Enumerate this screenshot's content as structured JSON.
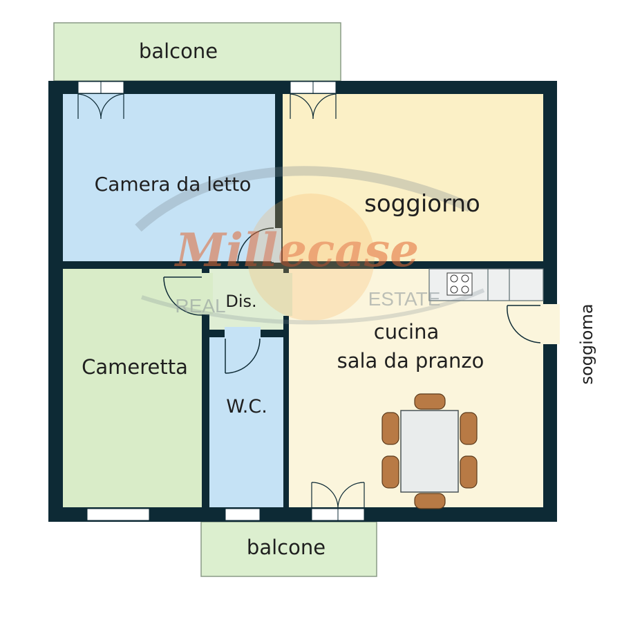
{
  "rooms": {
    "balcony_top": "balcone",
    "bedroom": "Camera da letto",
    "living": "soggiorno",
    "small_bedroom": "Cameretta",
    "hallway": "Dis.",
    "bathroom": "W.C.",
    "kitchen_line1": "cucina",
    "kitchen_line2": "sala da pranzo",
    "balcony_bottom": "balcone",
    "side_label": "soggioma"
  },
  "watermark": {
    "brand": "Millecase",
    "word_left": "REAL",
    "word_right": "ESTATE"
  },
  "colors": {
    "wall": "#0d2a35",
    "bedroom": "#c5e2f5",
    "living": "#fbf0c6",
    "small_bedroom": "#d9ecc8",
    "hallway": "#dfeed4",
    "bathroom": "#c5e2f5",
    "kitchen": "#fbf5dc",
    "balcony": "#dcefcf",
    "table": "#e9ecec",
    "chair": "#b87a45",
    "watermark": "#e26a36"
  }
}
